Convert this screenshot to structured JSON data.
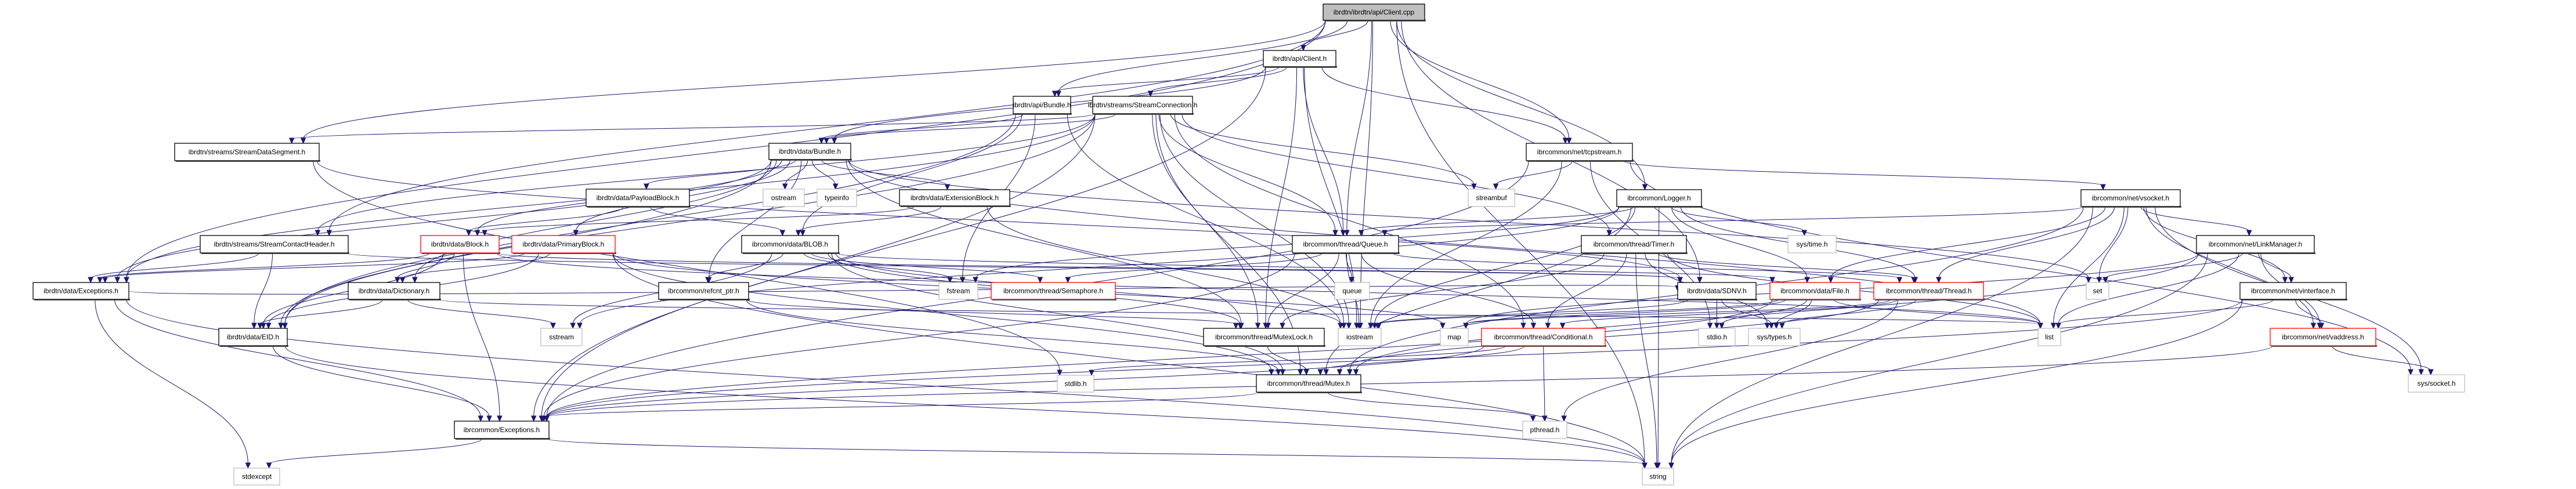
{
  "title": "ibrdtn/ibrdtn/api/Client.cpp include dependency graph",
  "colors": {
    "edge": "#191970",
    "root_fill": "#bfbfbf",
    "truncated_border": "#ff0000",
    "system_border": "#bfbfbf"
  },
  "nodes": [
    {
      "id": "client_cpp",
      "label": "ibrdtn/ibrdtn/api/Client.cpp",
      "kind": "root"
    },
    {
      "id": "client_h",
      "label": "ibrdtn/api/Client.h",
      "kind": "normal"
    },
    {
      "id": "api_bundle_h",
      "label": "ibrdtn/api/Bundle.h",
      "kind": "normal"
    },
    {
      "id": "stream_connection_h",
      "label": "ibrdtn/streams/StreamConnection.h",
      "kind": "normal"
    },
    {
      "id": "stream_data_segment_h",
      "label": "ibrdtn/streams/StreamDataSegment.h",
      "kind": "normal"
    },
    {
      "id": "data_bundle_h",
      "label": "ibrdtn/data/Bundle.h",
      "kind": "normal"
    },
    {
      "id": "tcpstream_h",
      "label": "ibrcommon/net/tcpstream.h",
      "kind": "normal"
    },
    {
      "id": "payload_block_h",
      "label": "ibrdtn/data/PayloadBlock.h",
      "kind": "normal"
    },
    {
      "id": "ostream",
      "label": "ostream",
      "kind": "system"
    },
    {
      "id": "typeinfo",
      "label": "typeinfo",
      "kind": "system"
    },
    {
      "id": "extension_block_h",
      "label": "ibrdtn/data/ExtensionBlock.h",
      "kind": "normal"
    },
    {
      "id": "streambuf",
      "label": "streambuf",
      "kind": "system"
    },
    {
      "id": "logger_h",
      "label": "ibrcommon/Logger.h",
      "kind": "normal"
    },
    {
      "id": "vsocket_h",
      "label": "ibrcommon/net/vsocket.h",
      "kind": "normal"
    },
    {
      "id": "stream_contact_header_h",
      "label": "ibrdtn/streams/StreamContactHeader.h",
      "kind": "normal"
    },
    {
      "id": "block_h",
      "label": "ibrdtn/data/Block.h",
      "kind": "truncated"
    },
    {
      "id": "primary_block_h",
      "label": "ibrdtn/data/PrimaryBlock.h",
      "kind": "truncated"
    },
    {
      "id": "blob_h",
      "label": "ibrcommon/data/BLOB.h",
      "kind": "normal"
    },
    {
      "id": "queue_h",
      "label": "ibrcommon/thread/Queue.h",
      "kind": "normal"
    },
    {
      "id": "timer_h",
      "label": "ibrcommon/thread/Timer.h",
      "kind": "normal"
    },
    {
      "id": "sys_time_h",
      "label": "sys/time.h",
      "kind": "system"
    },
    {
      "id": "link_manager_h",
      "label": "ibrcommon/net/LinkManager.h",
      "kind": "normal"
    },
    {
      "id": "data_exceptions_h",
      "label": "ibrdtn/data/Exceptions.h",
      "kind": "normal"
    },
    {
      "id": "dictionary_h",
      "label": "ibrdtn/data/Dictionary.h",
      "kind": "normal"
    },
    {
      "id": "refcnt_ptr_h",
      "label": "ibrcommon/refcnt_ptr.h",
      "kind": "normal"
    },
    {
      "id": "fstream",
      "label": "fstream",
      "kind": "system"
    },
    {
      "id": "semaphore_h",
      "label": "ibrcommon/thread/Semaphore.h",
      "kind": "truncated"
    },
    {
      "id": "queue",
      "label": "queue",
      "kind": "system"
    },
    {
      "id": "sdnv_h",
      "label": "ibrdtn/data/SDNV.h",
      "kind": "normal"
    },
    {
      "id": "file_h",
      "label": "ibrcommon/data/File.h",
      "kind": "truncated"
    },
    {
      "id": "thread_h",
      "label": "ibrcommon/thread/Thread.h",
      "kind": "truncated"
    },
    {
      "id": "set",
      "label": "set",
      "kind": "system"
    },
    {
      "id": "vinterface_h",
      "label": "ibrcommon/net/vinterface.h",
      "kind": "normal"
    },
    {
      "id": "eid_h",
      "label": "ibrdtn/data/EID.h",
      "kind": "normal"
    },
    {
      "id": "sstream",
      "label": "sstream",
      "kind": "system"
    },
    {
      "id": "mutex_lock_h",
      "label": "ibrcommon/thread/MutexLock.h",
      "kind": "normal"
    },
    {
      "id": "iostream",
      "label": "iostream",
      "kind": "system"
    },
    {
      "id": "map",
      "label": "map",
      "kind": "system"
    },
    {
      "id": "conditional_h",
      "label": "ibrcommon/thread/Conditional.h",
      "kind": "truncated"
    },
    {
      "id": "stdio_h",
      "label": "stdio.h",
      "kind": "system"
    },
    {
      "id": "sys_types_h",
      "label": "sys/types.h",
      "kind": "system"
    },
    {
      "id": "list",
      "label": "list",
      "kind": "system"
    },
    {
      "id": "vaddress_h",
      "label": "ibrcommon/net/vaddress.h",
      "kind": "truncated"
    },
    {
      "id": "stdlib_h",
      "label": "stdlib.h",
      "kind": "system"
    },
    {
      "id": "mutex_h",
      "label": "ibrcommon/thread/Mutex.h",
      "kind": "normal"
    },
    {
      "id": "sys_socket_h",
      "label": "sys/socket.h",
      "kind": "system"
    },
    {
      "id": "common_exceptions_h",
      "label": "ibrcommon/Exceptions.h",
      "kind": "normal"
    },
    {
      "id": "pthread_h",
      "label": "pthread.h",
      "kind": "system"
    },
    {
      "id": "stdexcept",
      "label": "stdexcept",
      "kind": "system"
    },
    {
      "id": "string",
      "label": "string",
      "kind": "system"
    }
  ],
  "edges": [
    [
      "client_cpp",
      "client_h"
    ],
    [
      "client_cpp",
      "api_bundle_h"
    ],
    [
      "client_cpp",
      "stream_data_segment_h"
    ],
    [
      "client_cpp",
      "stream_contact_header_h"
    ],
    [
      "client_cpp",
      "data_exceptions_h"
    ],
    [
      "client_cpp",
      "tcpstream_h"
    ],
    [
      "client_cpp",
      "logger_h"
    ],
    [
      "client_cpp",
      "iostream"
    ],
    [
      "client_cpp",
      "queue_h"
    ],
    [
      "client_cpp",
      "sdnv_h"
    ],
    [
      "client_cpp",
      "string"
    ],
    [
      "client_h",
      "api_bundle_h"
    ],
    [
      "client_h",
      "stream_connection_h"
    ],
    [
      "client_h",
      "data_bundle_h"
    ],
    [
      "client_h",
      "tcpstream_h"
    ],
    [
      "client_h",
      "queue_h"
    ],
    [
      "client_h",
      "iostream"
    ],
    [
      "client_h",
      "mutex_lock_h"
    ],
    [
      "client_h",
      "common_exceptions_h"
    ],
    [
      "api_bundle_h",
      "data_bundle_h"
    ],
    [
      "api_bundle_h",
      "eid_h"
    ],
    [
      "api_bundle_h",
      "blob_h"
    ],
    [
      "api_bundle_h",
      "fstream"
    ],
    [
      "api_bundle_h",
      "iostream"
    ],
    [
      "stream_connection_h",
      "data_bundle_h"
    ],
    [
      "stream_connection_h",
      "stream_data_segment_h"
    ],
    [
      "stream_connection_h",
      "stream_contact_header_h"
    ],
    [
      "stream_connection_h",
      "data_exceptions_h"
    ],
    [
      "stream_connection_h",
      "timer_h"
    ],
    [
      "stream_connection_h",
      "queue_h"
    ],
    [
      "stream_connection_h",
      "mutex_h"
    ],
    [
      "stream_connection_h",
      "mutex_lock_h"
    ],
    [
      "stream_connection_h",
      "conditional_h"
    ],
    [
      "stream_connection_h",
      "streambuf"
    ],
    [
      "stream_connection_h",
      "iostream"
    ],
    [
      "stream_connection_h",
      "common_exceptions_h"
    ],
    [
      "stream_connection_h",
      "eid_h"
    ],
    [
      "stream_data_segment_h",
      "sdnv_h"
    ],
    [
      "stream_data_segment_h",
      "stdlib_h"
    ],
    [
      "data_bundle_h",
      "payload_block_h"
    ],
    [
      "data_bundle_h",
      "ostream"
    ],
    [
      "data_bundle_h",
      "typeinfo"
    ],
    [
      "data_bundle_h",
      "extension_block_h"
    ],
    [
      "data_bundle_h",
      "block_h"
    ],
    [
      "data_bundle_h",
      "primary_block_h"
    ],
    [
      "data_bundle_h",
      "dictionary_h"
    ],
    [
      "data_bundle_h",
      "eid_h"
    ],
    [
      "data_bundle_h",
      "data_exceptions_h"
    ],
    [
      "data_bundle_h",
      "refcnt_ptr_h"
    ],
    [
      "data_bundle_h",
      "set"
    ],
    [
      "data_bundle_h",
      "mutex_lock_h"
    ],
    [
      "data_bundle_h",
      "list"
    ],
    [
      "payload_block_h",
      "block_h"
    ],
    [
      "payload_block_h",
      "blob_h"
    ],
    [
      "extension_block_h",
      "block_h"
    ],
    [
      "extension_block_h",
      "blob_h"
    ],
    [
      "extension_block_h",
      "iostream"
    ],
    [
      "tcpstream_h",
      "streambuf"
    ],
    [
      "tcpstream_h",
      "vsocket_h"
    ],
    [
      "tcpstream_h",
      "common_exceptions_h"
    ],
    [
      "tcpstream_h",
      "iostream"
    ],
    [
      "tcpstream_h",
      "sys_socket_h"
    ],
    [
      "tcpstream_h",
      "stdio_h"
    ],
    [
      "logger_h",
      "sys_time_h"
    ],
    [
      "logger_h",
      "queue_h"
    ],
    [
      "logger_h",
      "thread_h"
    ],
    [
      "logger_h",
      "file_h"
    ],
    [
      "logger_h",
      "fstream"
    ],
    [
      "logger_h",
      "sstream"
    ],
    [
      "logger_h",
      "string"
    ],
    [
      "logger_h",
      "mutex_h"
    ],
    [
      "logger_h",
      "iostream"
    ],
    [
      "vsocket_h",
      "link_manager_h"
    ],
    [
      "vsocket_h",
      "vinterface_h"
    ],
    [
      "vsocket_h",
      "vaddress_h"
    ],
    [
      "vsocket_h",
      "queue_h"
    ],
    [
      "vsocket_h",
      "thread_h"
    ],
    [
      "vsocket_h",
      "file_h"
    ],
    [
      "vsocket_h",
      "set"
    ],
    [
      "vsocket_h",
      "list"
    ],
    [
      "vsocket_h",
      "mutex_h"
    ],
    [
      "vsocket_h",
      "string"
    ],
    [
      "vsocket_h",
      "sys_socket_h"
    ],
    [
      "stream_contact_header_h",
      "data_exceptions_h"
    ],
    [
      "stream_contact_header_h",
      "eid_h"
    ],
    [
      "stream_contact_header_h",
      "sdnv_h"
    ],
    [
      "block_h",
      "data_exceptions_h"
    ],
    [
      "block_h",
      "dictionary_h"
    ],
    [
      "block_h",
      "eid_h"
    ],
    [
      "block_h",
      "sdnv_h"
    ],
    [
      "block_h",
      "list"
    ],
    [
      "block_h",
      "common_exceptions_h"
    ],
    [
      "primary_block_h",
      "dictionary_h"
    ],
    [
      "primary_block_h",
      "eid_h"
    ],
    [
      "primary_block_h",
      "data_exceptions_h"
    ],
    [
      "primary_block_h",
      "map"
    ],
    [
      "primary_block_h",
      "mutex_h"
    ],
    [
      "primary_block_h",
      "string"
    ],
    [
      "blob_h",
      "refcnt_ptr_h"
    ],
    [
      "blob_h",
      "fstream"
    ],
    [
      "blob_h",
      "semaphore_h"
    ],
    [
      "blob_h",
      "mutex_h"
    ],
    [
      "blob_h",
      "mutex_lock_h"
    ],
    [
      "blob_h",
      "file_h"
    ],
    [
      "blob_h",
      "iostream"
    ],
    [
      "blob_h",
      "sstream"
    ],
    [
      "queue_h",
      "queue"
    ],
    [
      "queue_h",
      "semaphore_h"
    ],
    [
      "queue_h",
      "thread_h"
    ],
    [
      "queue_h",
      "mutex_lock_h"
    ],
    [
      "queue_h",
      "conditional_h"
    ],
    [
      "queue_h",
      "common_exceptions_h"
    ],
    [
      "queue_h",
      "iostream"
    ],
    [
      "timer_h",
      "thread_h"
    ],
    [
      "timer_h",
      "conditional_h"
    ],
    [
      "timer_h",
      "mutex_lock_h"
    ],
    [
      "timer_h",
      "list"
    ],
    [
      "timer_h",
      "string"
    ],
    [
      "timer_h",
      "sys_types_h"
    ],
    [
      "link_manager_h",
      "vinterface_h"
    ],
    [
      "link_manager_h",
      "vaddress_h"
    ],
    [
      "link_manager_h",
      "set"
    ],
    [
      "link_manager_h",
      "list"
    ],
    [
      "link_manager_h",
      "string"
    ],
    [
      "link_manager_h",
      "map"
    ],
    [
      "link_manager_h",
      "mutex_h"
    ],
    [
      "vinterface_h",
      "vaddress_h"
    ],
    [
      "vinterface_h",
      "list"
    ],
    [
      "vinterface_h",
      "string"
    ],
    [
      "vinterface_h",
      "common_exceptions_h"
    ],
    [
      "vaddress_h",
      "sys_socket_h"
    ],
    [
      "vaddress_h",
      "common_exceptions_h"
    ],
    [
      "data_exceptions_h",
      "common_exceptions_h"
    ],
    [
      "data_exceptions_h",
      "string"
    ],
    [
      "data_exceptions_h",
      "stdexcept"
    ],
    [
      "data_exceptions_h",
      "sdnv_h"
    ],
    [
      "dictionary_h",
      "eid_h"
    ],
    [
      "dictionary_h",
      "sstream"
    ],
    [
      "dictionary_h",
      "list"
    ],
    [
      "refcnt_ptr_h",
      "mutex_h"
    ],
    [
      "refcnt_ptr_h",
      "mutex_lock_h"
    ],
    [
      "file_h",
      "sys_types_h"
    ],
    [
      "file_h",
      "stdio_h"
    ],
    [
      "file_h",
      "list"
    ],
    [
      "file_h",
      "map"
    ],
    [
      "file_h",
      "iostream"
    ],
    [
      "file_h",
      "common_exceptions_h"
    ],
    [
      "thread_h",
      "mutex_h"
    ],
    [
      "thread_h",
      "conditional_h"
    ],
    [
      "thread_h",
      "sys_types_h"
    ],
    [
      "thread_h",
      "pthread_h"
    ],
    [
      "thread_h",
      "map"
    ],
    [
      "sdnv_h",
      "stdio_h"
    ],
    [
      "sdnv_h",
      "iostream"
    ],
    [
      "sdnv_h",
      "sys_types_h"
    ],
    [
      "eid_h",
      "common_exceptions_h"
    ],
    [
      "eid_h",
      "string"
    ],
    [
      "mutex_lock_h",
      "mutex_h"
    ],
    [
      "conditional_h",
      "mutex_h"
    ],
    [
      "conditional_h",
      "common_exceptions_h"
    ],
    [
      "conditional_h",
      "pthread_h"
    ],
    [
      "conditional_h",
      "stdlib_h"
    ],
    [
      "mutex_h",
      "common_exceptions_h"
    ],
    [
      "mutex_h",
      "pthread_h"
    ],
    [
      "common_exceptions_h",
      "stdexcept"
    ],
    [
      "common_exceptions_h",
      "string"
    ]
  ]
}
